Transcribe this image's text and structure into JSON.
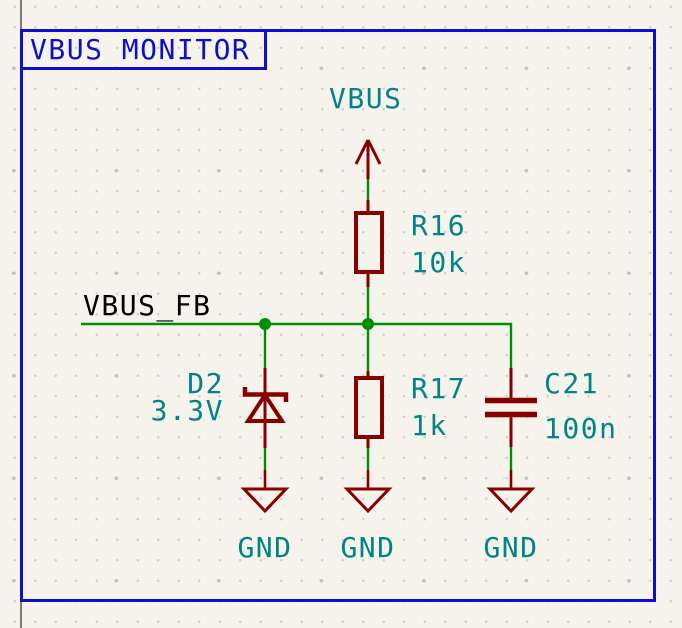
{
  "sheet": {
    "title": "VBUS MONITOR"
  },
  "nets": {
    "vbus": "VBUS",
    "vbus_fb": "VBUS_FB"
  },
  "components": {
    "r16": {
      "ref": "R16",
      "value": "10k"
    },
    "r17": {
      "ref": "R17",
      "value": "1k"
    },
    "d2": {
      "ref": "D2",
      "value": "3.3V"
    },
    "c21": {
      "ref": "C21",
      "value": "100n"
    }
  },
  "gnd_labels": [
    "GND",
    "GND",
    "GND"
  ],
  "colors": {
    "background": "#F5F3EC",
    "wire_green": "#008F00",
    "device_dark_red": "#870000",
    "field_teal": "#008484",
    "note_blue": "#0F0FC8",
    "net_label_black": "#000000",
    "frame_gray": "#7a7a7a"
  }
}
